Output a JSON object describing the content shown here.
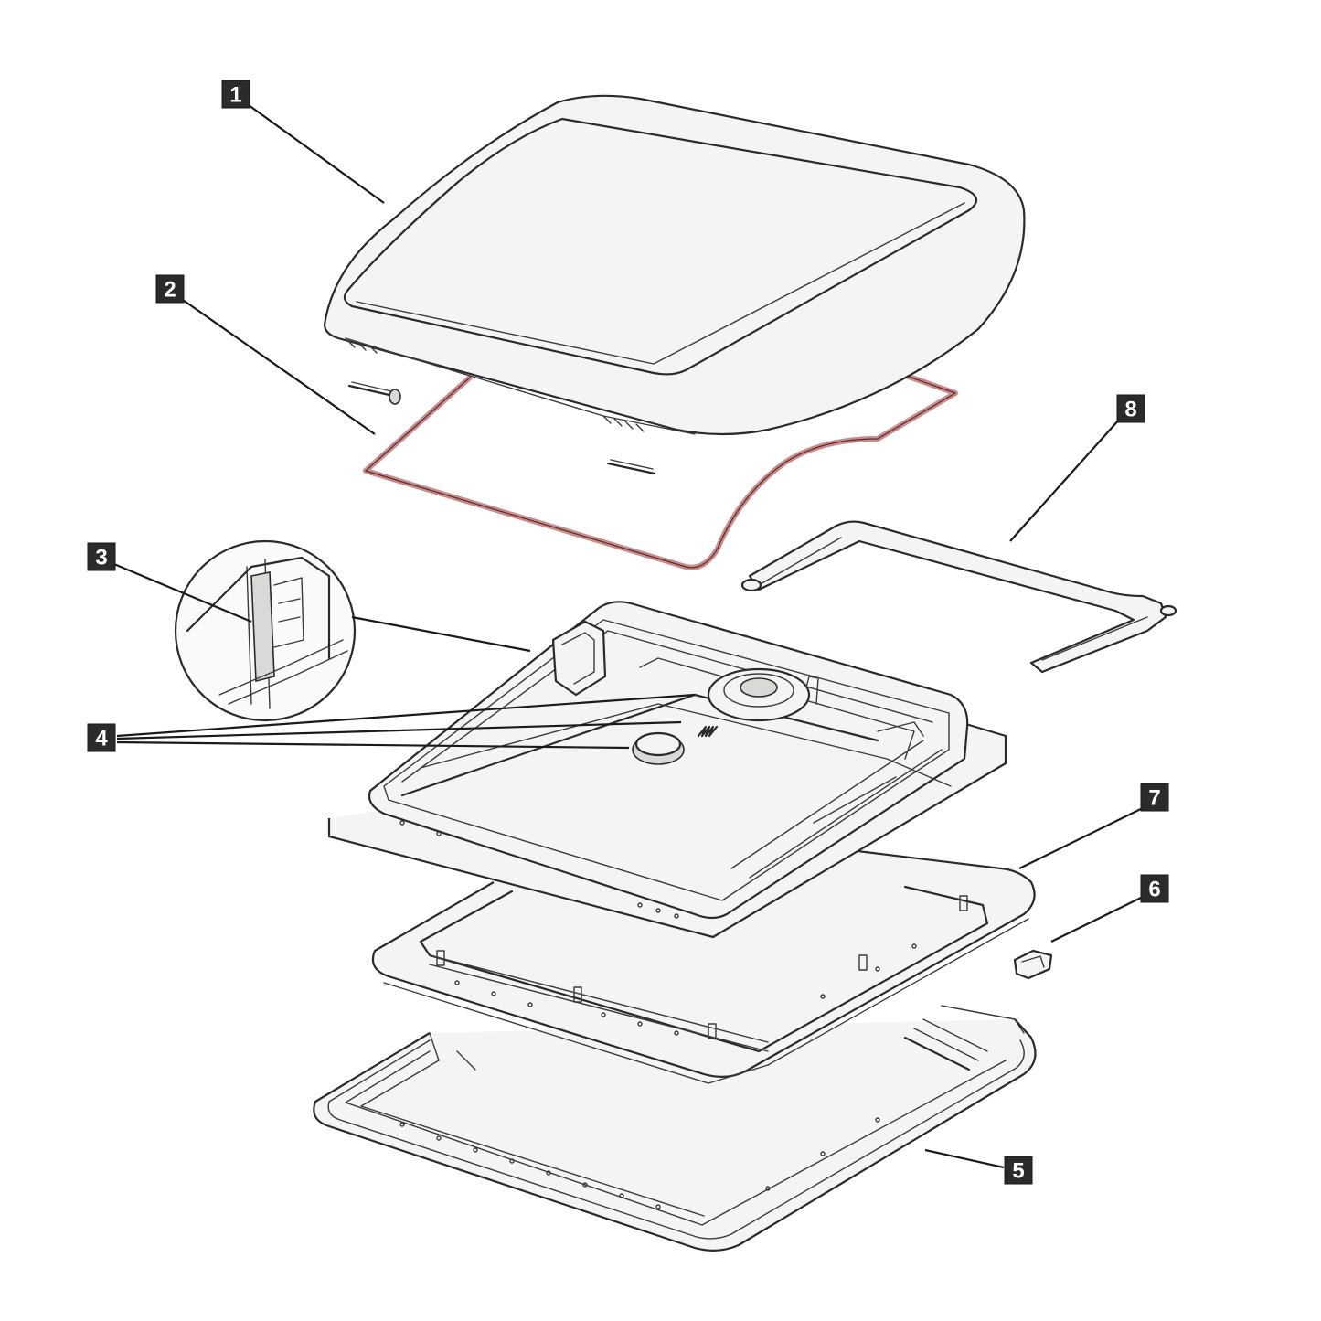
{
  "diagram": {
    "callouts": [
      {
        "id": "1",
        "label": "1"
      },
      {
        "id": "2",
        "label": "2"
      },
      {
        "id": "3",
        "label": "3"
      },
      {
        "id": "4",
        "label": "4"
      },
      {
        "id": "5",
        "label": "5"
      },
      {
        "id": "6",
        "label": "6"
      },
      {
        "id": "7",
        "label": "7"
      },
      {
        "id": "8",
        "label": "8"
      }
    ],
    "colors": {
      "line": "#2a2a2a",
      "callout_fill": "#2b2b2b",
      "callout_text": "#ffffff",
      "seal": "#c98a8a"
    }
  }
}
